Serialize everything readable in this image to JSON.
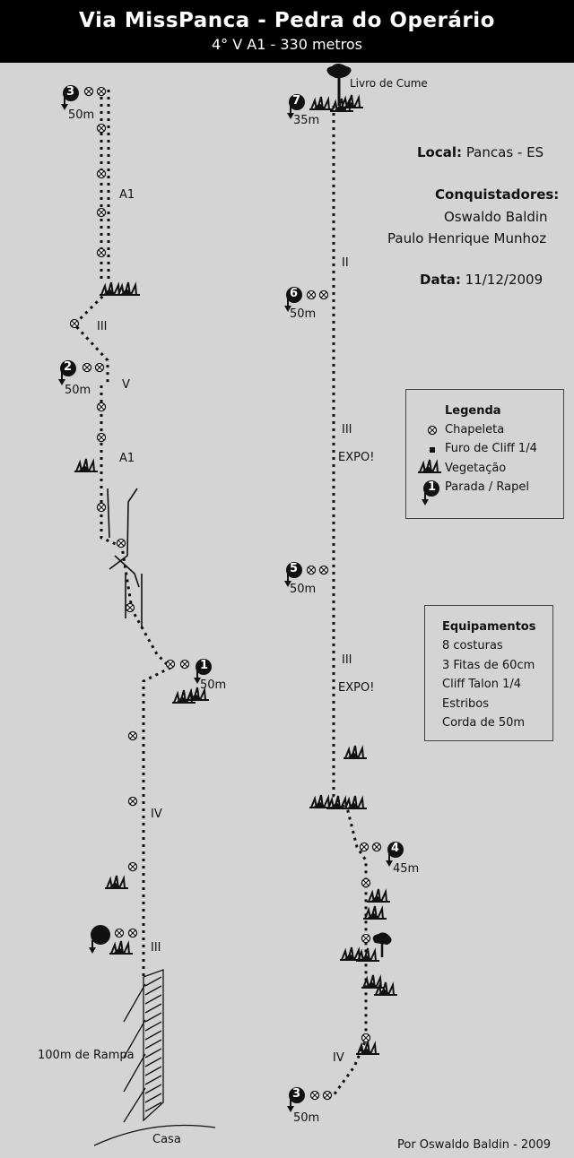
{
  "header": {
    "title": "Via MissPanca - Pedra do Operário",
    "subtitle": "4° V A1   -   330 metros"
  },
  "info": {
    "local_label": "Local:",
    "local_value": "Pancas - ES",
    "conquistadores_label": "Conquistadores:",
    "conquistadores": [
      "Oswaldo Baldin",
      "Paulo Henrique Munhoz"
    ],
    "data_label": "Data:",
    "data_value": "11/12/2009"
  },
  "legend": {
    "title": "Legenda",
    "items": [
      "Chapeleta",
      "Furo de Cliff 1/4",
      "Vegetação",
      "Parada / Rapel"
    ],
    "stop_number": "1"
  },
  "equipment": {
    "title": "Equipamentos",
    "items": [
      "8 costuras",
      "3 Fitas de 60cm",
      "Cliff Talon 1/4",
      "Estribos",
      "Corda de 50m"
    ]
  },
  "topo_left": {
    "stops": [
      {
        "number": "3",
        "length": "50m"
      },
      {
        "number": "2",
        "length": "50m"
      },
      {
        "number": "1",
        "length": "50m"
      }
    ],
    "grades": [
      "A1",
      "III",
      "V",
      "A1",
      "IV",
      "III"
    ],
    "ramp_label": "100m de Rampa",
    "base_label": "Casa"
  },
  "topo_right": {
    "summit_label": "Livro de Cume",
    "stops": [
      {
        "number": "7",
        "length": "35m"
      },
      {
        "number": "6",
        "length": "50m"
      },
      {
        "number": "5",
        "length": "50m"
      },
      {
        "number": "4",
        "length": "45m"
      },
      {
        "number": "3",
        "length": "50m"
      }
    ],
    "grades": [
      "II",
      "III",
      "EXPO!",
      "III",
      "EXPO!",
      "IV"
    ]
  },
  "footer": "Por Oswaldo Baldin - 2009"
}
